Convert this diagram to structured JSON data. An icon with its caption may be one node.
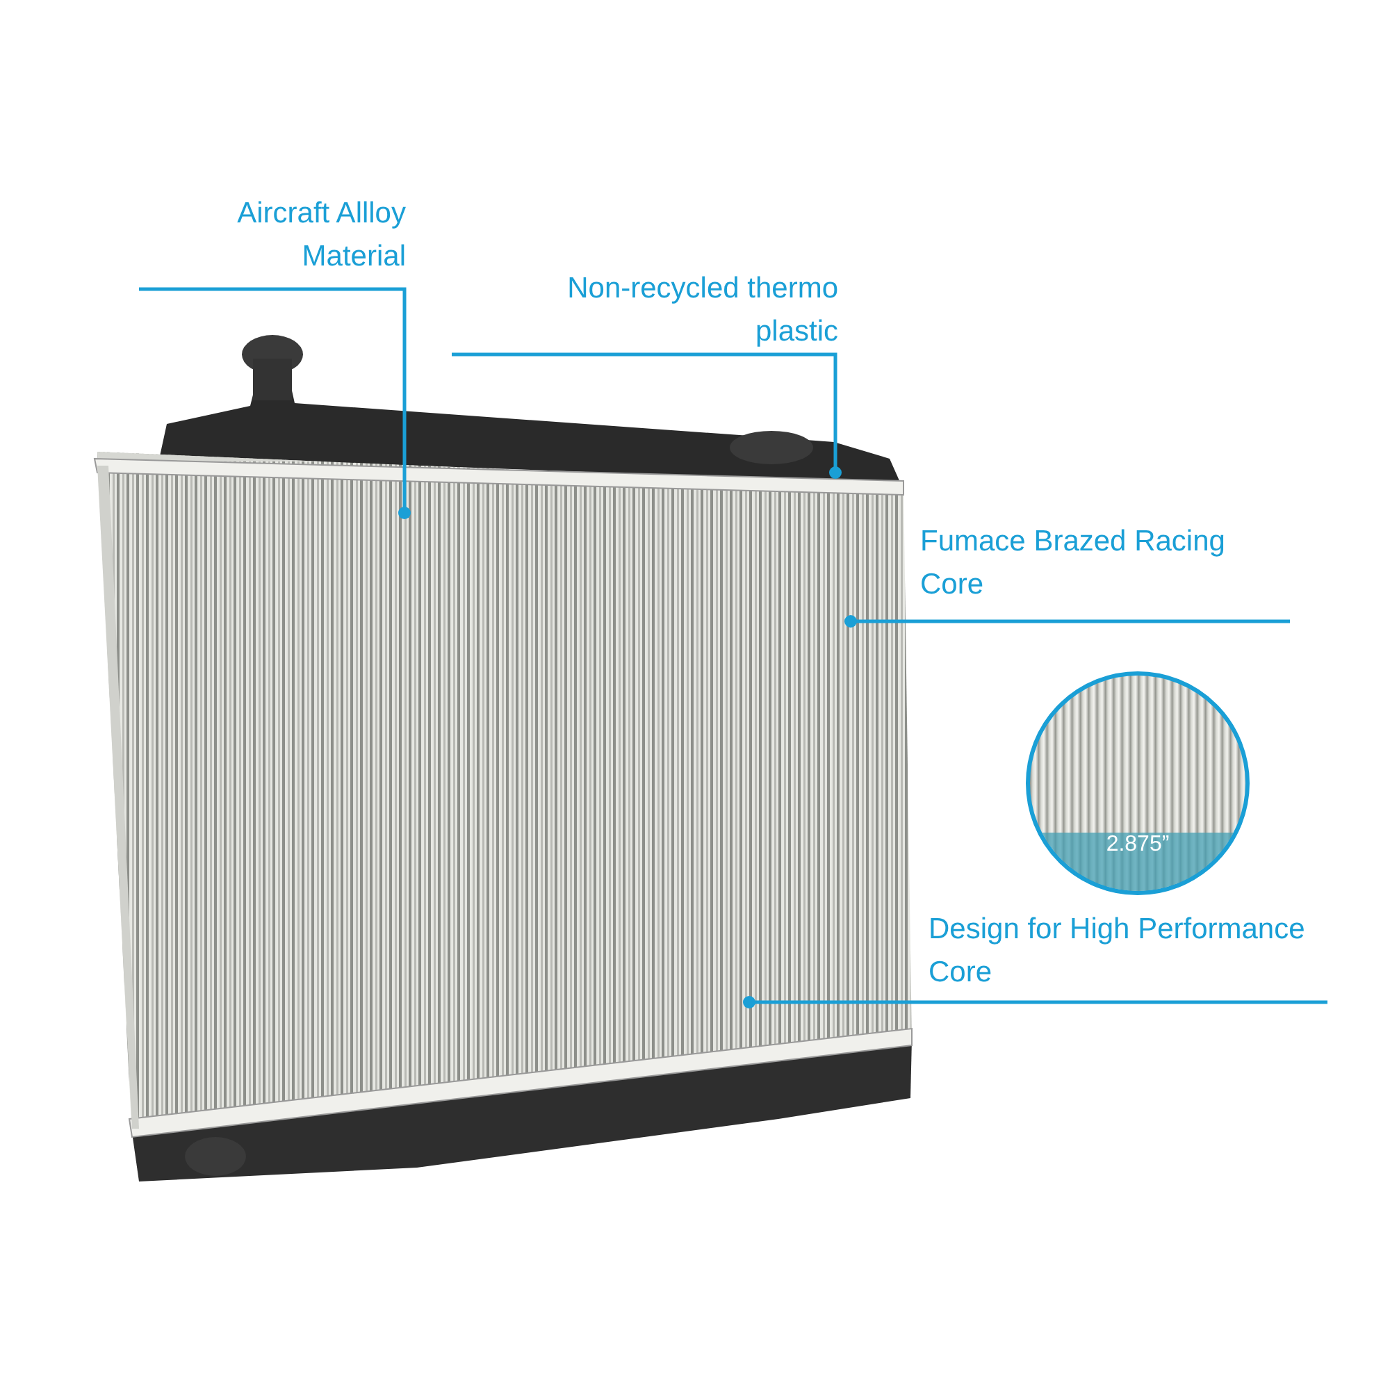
{
  "diagram": {
    "nodes": [
      {
        "text": [
          "Aircraft Allloy Material"
        ]
      },
      {
        "text": [
          "Non-recycled thermo plastic"
        ]
      },
      {
        "text": [
          "Fumace Brazed Racing Core"
        ]
      },
      {
        "text": [
          "2.875”"
        ]
      },
      {
        "text": [
          "Design for High Performance Core"
        ]
      }
    ],
    "edges": [
      {
        "from": 0,
        "to": null,
        "arrow": "other"
      },
      {
        "from": 1,
        "to": null,
        "arrow": "other"
      },
      {
        "from": 2,
        "to": null,
        "arrow": "other"
      },
      {
        "from": 4,
        "to": null,
        "arrow": "other"
      }
    ]
  }
}
